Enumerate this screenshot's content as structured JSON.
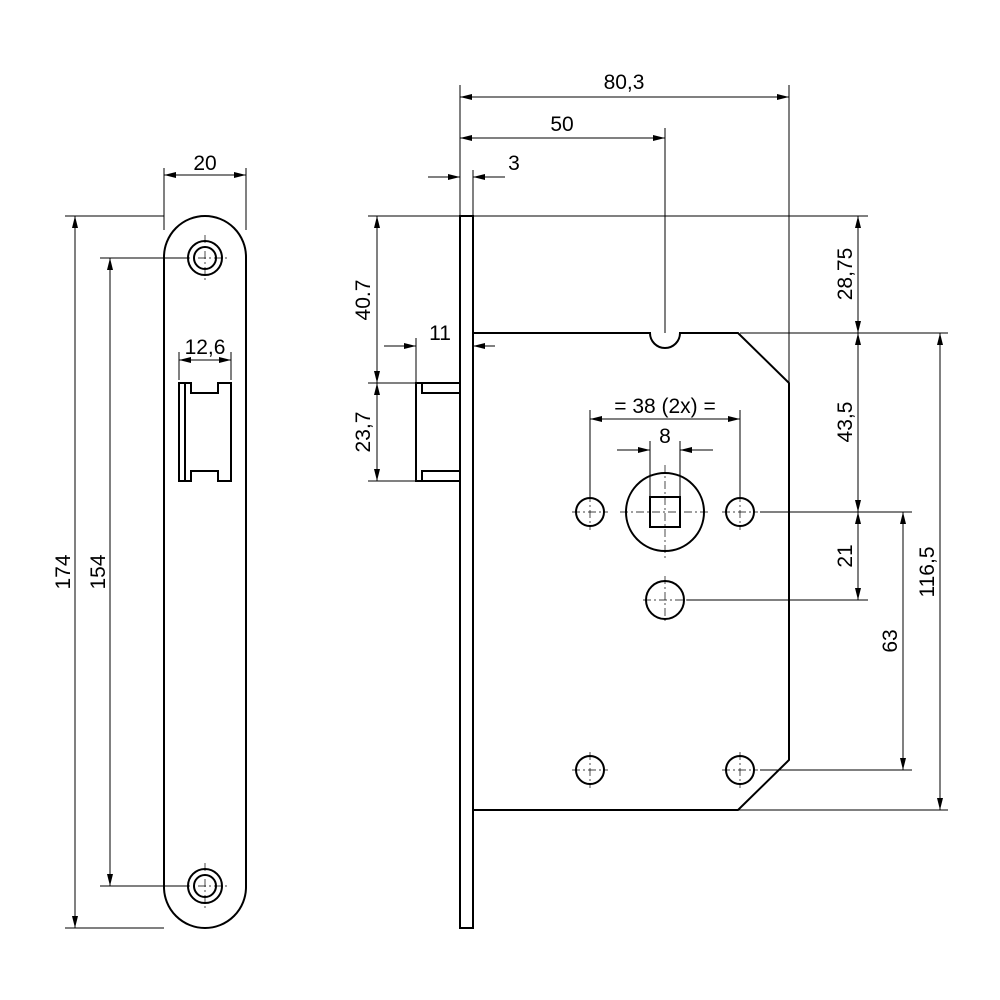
{
  "colors": {
    "line": "#000000",
    "background": "#ffffff"
  },
  "faceplate_dims": {
    "height_total": "174",
    "hole_spacing": "154",
    "width": "20",
    "latch_width": "12,6"
  },
  "lock_dims": {
    "overall_depth": "80,3",
    "backset": "50",
    "plate_thickness": "3",
    "top_to_latch": "40.7",
    "latch_height": "23,7",
    "latch_projection": "11",
    "top_to_case": "28,75",
    "case_to_spindle": "43,5",
    "spindle_to_key": "21",
    "spindle_to_bottom_screw": "63",
    "case_height": "116,5",
    "screw_spacing": "= 38 (2x) =",
    "spindle_square": "8"
  }
}
